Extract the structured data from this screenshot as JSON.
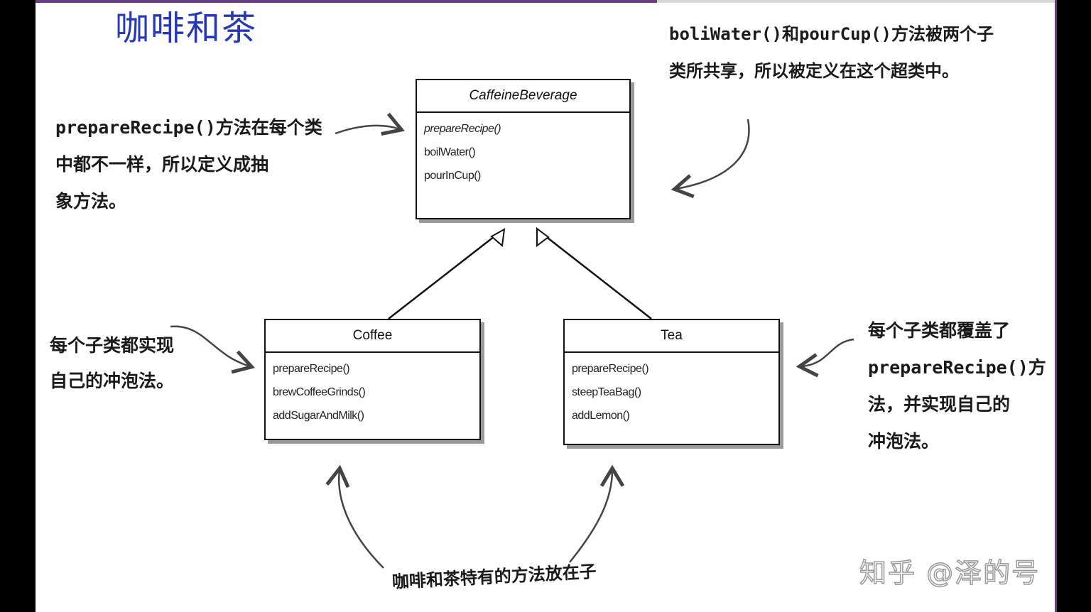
{
  "title": "咖啡和茶",
  "classes": {
    "base": {
      "name": "CaffeineBeverage",
      "methods": [
        "prepareRecipe()",
        "boilWater()",
        "pourInCup()"
      ]
    },
    "coffee": {
      "name": "Coffee",
      "methods": [
        "prepareRecipe()",
        "brewCoffeeGrinds()",
        "addSugarAndMilk()"
      ]
    },
    "tea": {
      "name": "Tea",
      "methods": [
        "prepareRecipe()",
        "steepTeaBag()",
        "addLemon()"
      ]
    }
  },
  "notes": {
    "shared": "boliWater()和pourCup()方法被两个子\n类所共享，所以被定义在这个超类中。",
    "prepare": "prepareRecipe()方法在每个类\n中都不一样，所以定义成抽\n象方法。",
    "each_sub": "每个子类都实现\n自己的冲泡法。",
    "override": "每个子类都覆盖了\nprepareRecipe()方\n法，并实现自己的\n冲泡法。",
    "specific": "咖啡和茶特有的方法放在子"
  },
  "watermark": "知乎 @泽的号"
}
